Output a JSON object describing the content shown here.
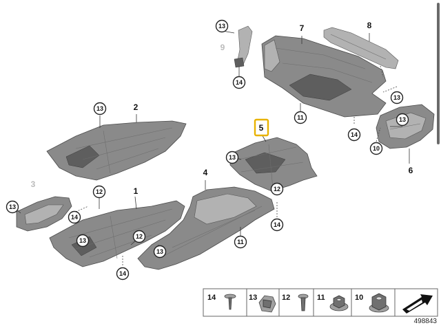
{
  "parts": {
    "p1": "1",
    "p2": "2",
    "p3": "3",
    "p4": "4",
    "p5": "5",
    "p6": "6",
    "p7": "7",
    "p8": "8",
    "p9": "9"
  },
  "callouts": {
    "c10": "10",
    "c11": "11",
    "c12": "12",
    "c13": "13",
    "c14": "14"
  },
  "legend": {
    "items": [
      "14",
      "13",
      "12",
      "11",
      "10"
    ]
  },
  "reference_number": "498843",
  "colors": {
    "highlight": "#e8b200"
  }
}
